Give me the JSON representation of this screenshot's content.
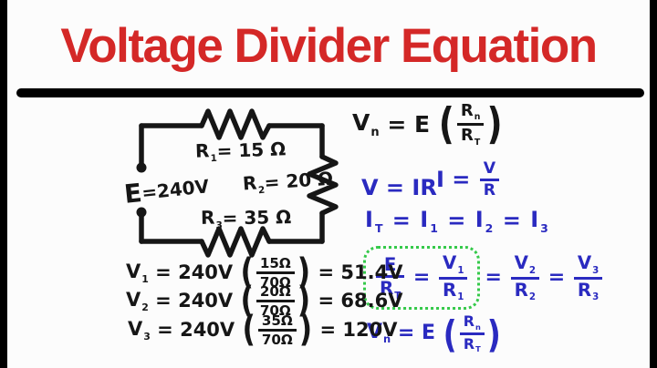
{
  "colors": {
    "title_red": "#d42827",
    "ink_black": "#161616",
    "pen_blue": "#2a2ac0",
    "highlight_green": "#35c94a",
    "frame_black": "#000000",
    "background": "#fcfcfc"
  },
  "title": {
    "text": "Voltage Divider Equation"
  },
  "circuit": {
    "source_label": [
      {
        "t": "E",
        "big": true
      },
      {
        "t": "="
      },
      {
        "t": "240V"
      }
    ],
    "r1_label": [
      {
        "b": "R",
        "sub": "1"
      },
      {
        "t": "= 15 Ω"
      }
    ],
    "r2_label": [
      {
        "b": "R",
        "sub": "2"
      },
      {
        "t": "= 20 Ω"
      }
    ],
    "r3_label": [
      {
        "b": "R",
        "sub": "3"
      },
      {
        "t": "= 35 Ω"
      }
    ]
  },
  "equations": {
    "vn_general": [
      {
        "b": "V",
        "sub": "n"
      },
      {
        "t": " = E "
      },
      {
        "par": "("
      },
      {
        "frac": {
          "n": [
            {
              "b": "R",
              "sub": "n"
            }
          ],
          "d": [
            {
              "b": "R",
              "sub": "T"
            }
          ]
        }
      },
      {
        "par": ")"
      }
    ],
    "ohms_law": [
      {
        "t": "V = IR"
      }
    ],
    "current_form": [
      {
        "t": "I = "
      },
      {
        "frac": {
          "n": [
            {
              "t": "V"
            }
          ],
          "d": [
            {
              "t": "R"
            }
          ]
        }
      }
    ],
    "series_current": [
      {
        "b": "I",
        "sub": "T"
      },
      {
        "t": " = "
      },
      {
        "b": "I",
        "sub": "1"
      },
      {
        "t": " = "
      },
      {
        "b": "I",
        "sub": "2"
      },
      {
        "t": " = "
      },
      {
        "b": "I",
        "sub": "3"
      }
    ],
    "ratio_chain": [
      {
        "box": [
          {
            "frac": {
              "n": [
                {
                  "t": "E"
                }
              ],
              "d": [
                {
                  "b": "R",
                  "sub": "T"
                }
              ]
            }
          },
          {
            "t": " = "
          },
          {
            "frac": {
              "n": [
                {
                  "b": "V",
                  "sub": "1"
                }
              ],
              "d": [
                {
                  "b": "R",
                  "sub": "1"
                }
              ]
            }
          }
        ]
      },
      {
        "t": "= "
      },
      {
        "frac": {
          "n": [
            {
              "b": "V",
              "sub": "2"
            }
          ],
          "d": [
            {
              "b": "R",
              "sub": "2"
            }
          ]
        }
      },
      {
        "t": " = "
      },
      {
        "frac": {
          "n": [
            {
              "b": "V",
              "sub": "3"
            }
          ],
          "d": [
            {
              "b": "R",
              "sub": "3"
            }
          ]
        }
      }
    ],
    "vn_blue": [
      {
        "b": "V",
        "sub": "n"
      },
      {
        "t": " = E "
      },
      {
        "par": "("
      },
      {
        "frac": {
          "n": [
            {
              "b": "R",
              "sub": "n"
            }
          ],
          "d": [
            {
              "b": "R",
              "sub": "T"
            }
          ]
        }
      },
      {
        "par": ")"
      }
    ],
    "calc_v1": [
      {
        "b": "V",
        "sub": "1"
      },
      {
        "t": " = 240V "
      },
      {
        "par": "("
      },
      {
        "frac": {
          "n": [
            {
              "t": "15Ω"
            }
          ],
          "d": [
            {
              "t": "70Ω"
            }
          ]
        }
      },
      {
        "par": ")"
      },
      {
        "t": " = 51.4V"
      }
    ],
    "calc_v2": [
      {
        "b": "V",
        "sub": "2"
      },
      {
        "t": " = 240V "
      },
      {
        "par": "("
      },
      {
        "frac": {
          "n": [
            {
              "t": "20Ω"
            }
          ],
          "d": [
            {
              "t": "70Ω"
            }
          ]
        }
      },
      {
        "par": ")"
      },
      {
        "t": " = 68.6V"
      }
    ],
    "calc_v3": [
      {
        "b": "V",
        "sub": "3"
      },
      {
        "t": " = 240V "
      },
      {
        "par": "("
      },
      {
        "frac": {
          "n": [
            {
              "t": "35Ω"
            }
          ],
          "d": [
            {
              "t": "70Ω"
            }
          ]
        }
      },
      {
        "par": ")"
      },
      {
        "t": " = 120V"
      }
    ]
  }
}
